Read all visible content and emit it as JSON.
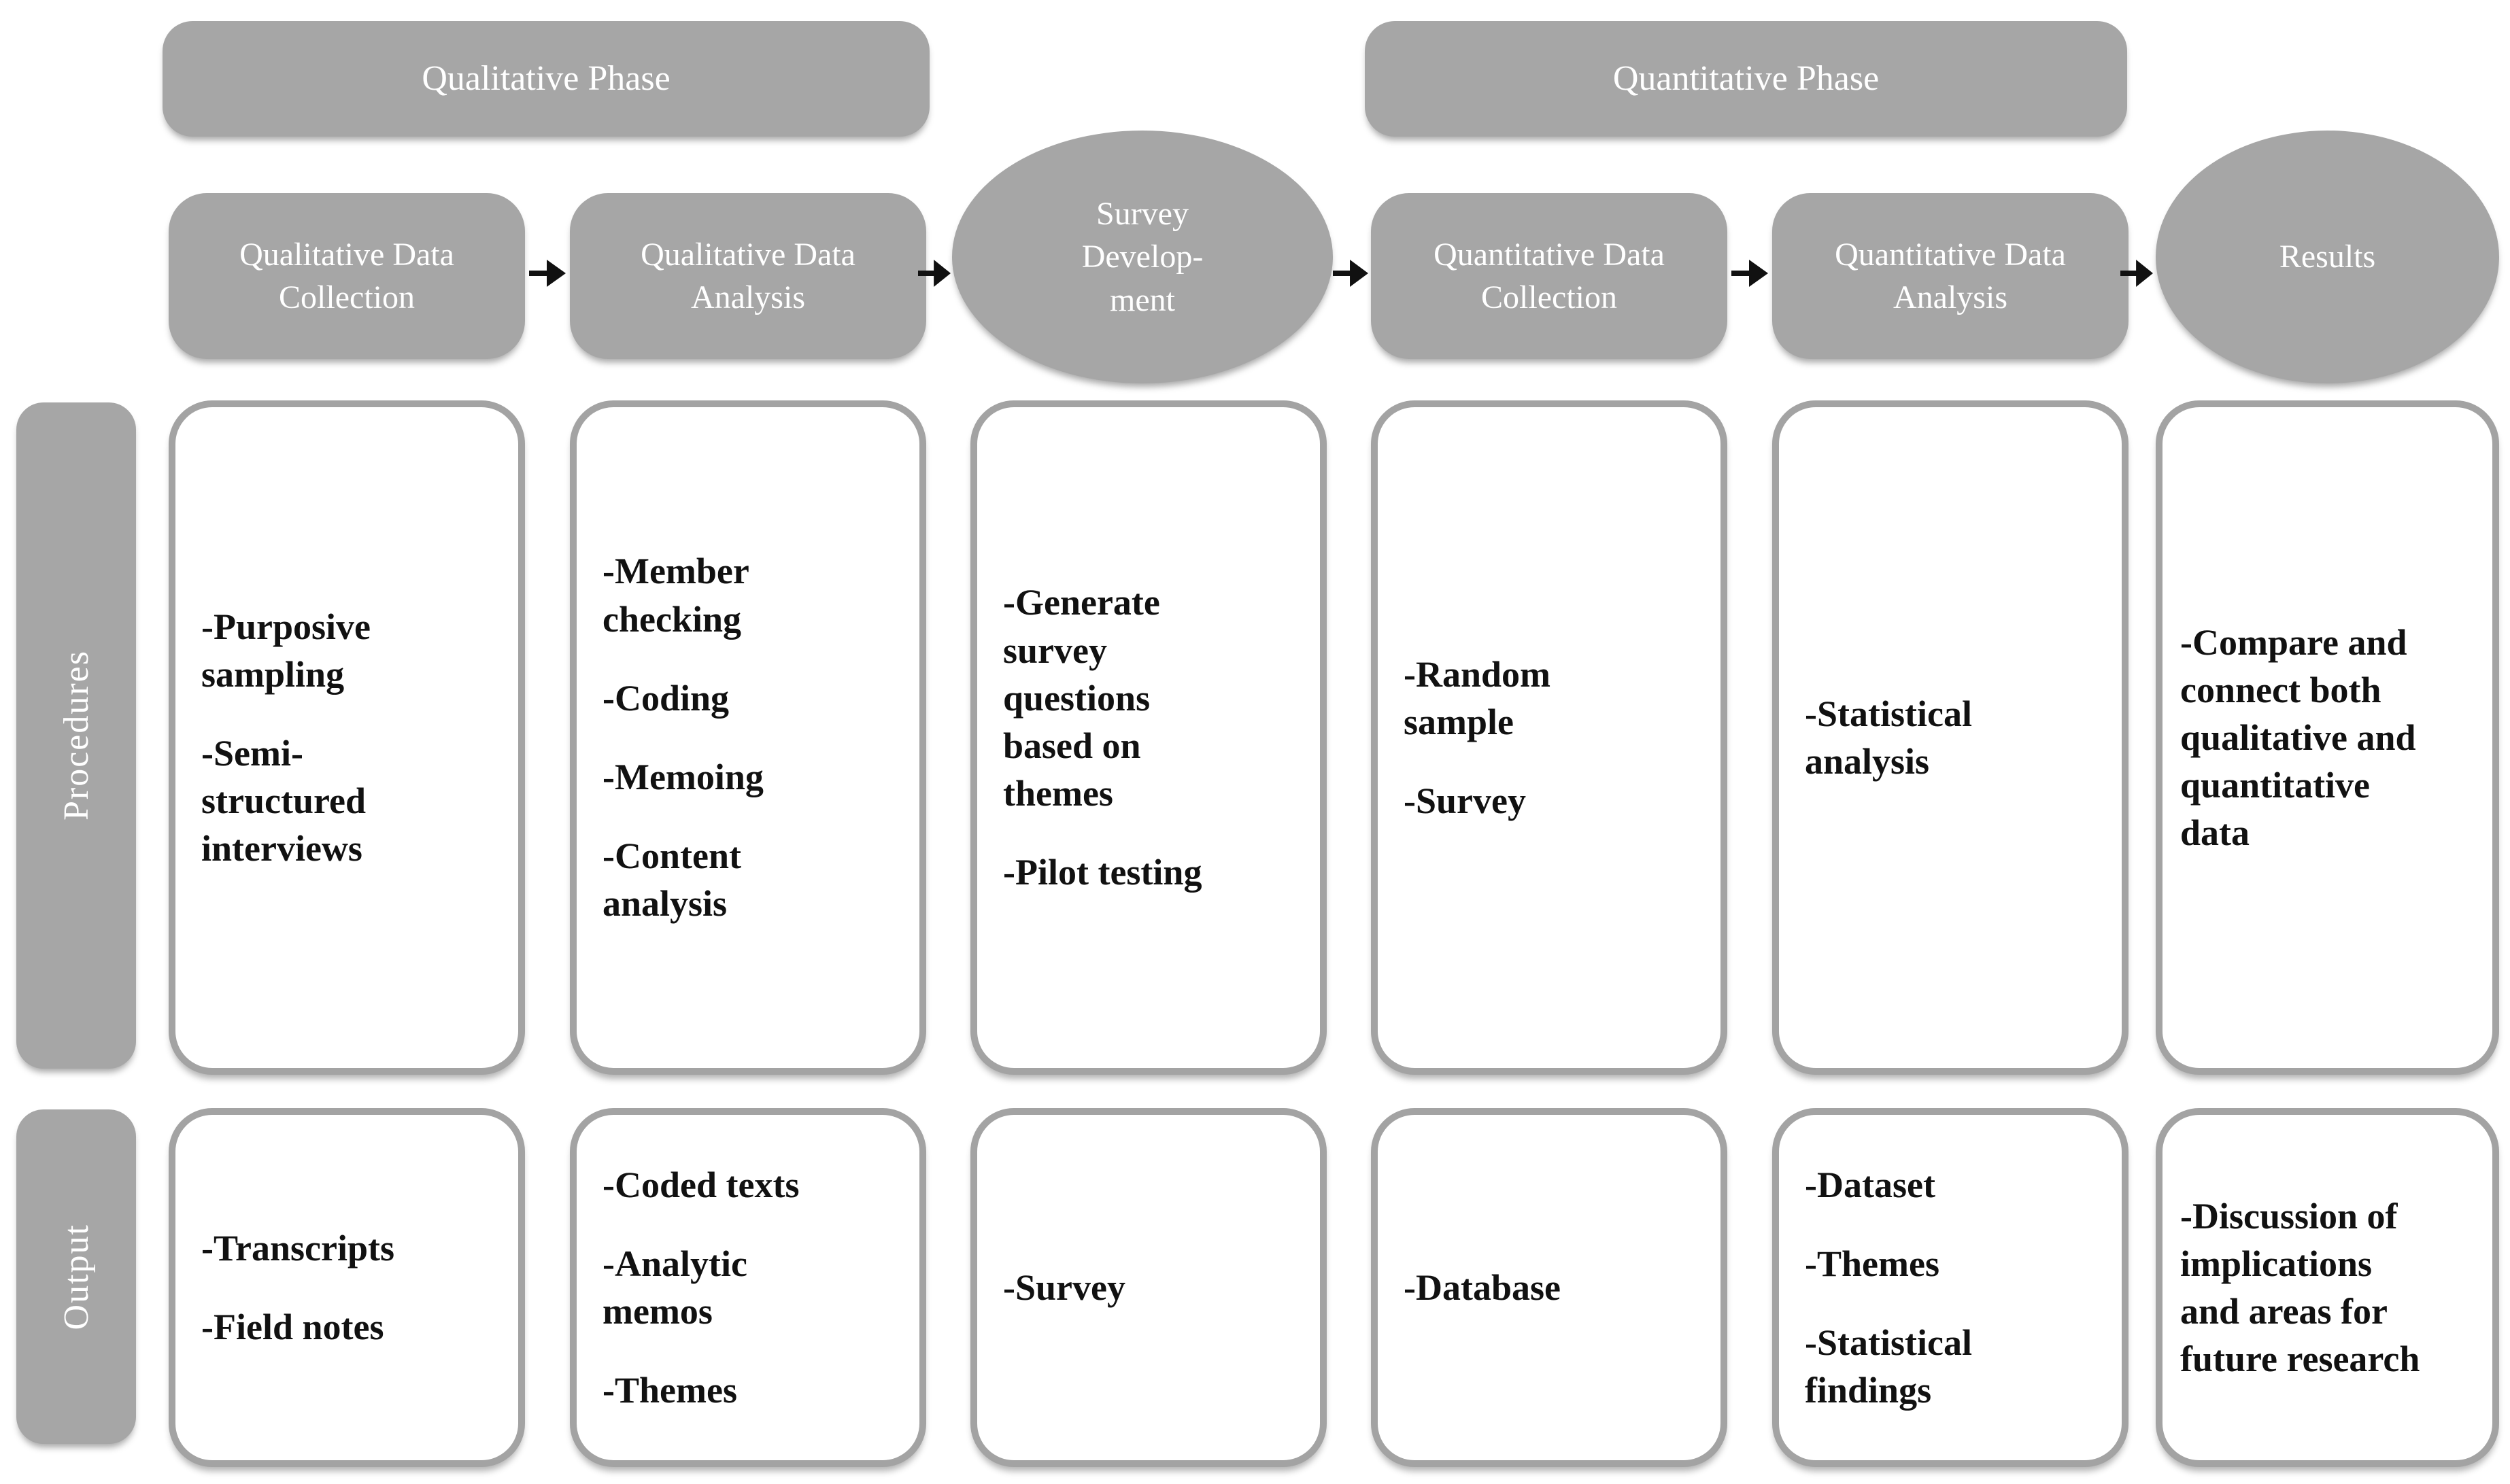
{
  "colors": {
    "shape_fill": "#a6a6a6",
    "box_border": "#a3a3a3",
    "text_dark": "#111111",
    "text_light": "#ffffff",
    "arrow": "#111111",
    "background": "#ffffff"
  },
  "phase_headers": [
    {
      "label": "Qualitative Phase"
    },
    {
      "label": "Quantitative Phase"
    }
  ],
  "flow_steps": [
    {
      "label": "Qualitative Data\nCollection",
      "shape": "rounded-rect"
    },
    {
      "label": "Qualitative Data\nAnalysis",
      "shape": "rounded-rect"
    },
    {
      "label": "Survey\nDevelop-\nment",
      "shape": "ellipse"
    },
    {
      "label": "Quantitative Data\nCollection",
      "shape": "rounded-rect"
    },
    {
      "label": "Quantitative Data\nAnalysis",
      "shape": "rounded-rect"
    },
    {
      "label": "Results",
      "shape": "ellipse"
    }
  ],
  "row_headers": [
    {
      "label": "Procedures"
    },
    {
      "label": "Output"
    }
  ],
  "procedures": {
    "cells": [
      {
        "items": [
          "-Purposive\nsampling",
          "-Semi-\nstructured\ninterviews"
        ]
      },
      {
        "items": [
          "-Member\nchecking",
          "-Coding",
          "-Memoing",
          "-Content\nanalysis"
        ]
      },
      {
        "items": [
          "-Generate\nsurvey\nquestions\nbased on\nthemes",
          "-Pilot testing"
        ]
      },
      {
        "items": [
          "-Random\nsample",
          "-Survey"
        ]
      },
      {
        "items": [
          "-Statistical\nanalysis"
        ]
      },
      {
        "items": [
          "-Compare and\nconnect both\nqualitative and\nquantitative\ndata"
        ]
      }
    ]
  },
  "output": {
    "cells": [
      {
        "items": [
          "-Transcripts",
          "-Field notes"
        ]
      },
      {
        "items": [
          "-Coded texts",
          "-Analytic\nmemos",
          "-Themes"
        ]
      },
      {
        "items": [
          "-Survey"
        ]
      },
      {
        "items": [
          "-Database"
        ]
      },
      {
        "items": [
          "-Dataset",
          "-Themes",
          "-Statistical\nfindings"
        ]
      },
      {
        "items": [
          "-Discussion of\nimplications\nand areas for\nfuture research"
        ]
      }
    ]
  }
}
